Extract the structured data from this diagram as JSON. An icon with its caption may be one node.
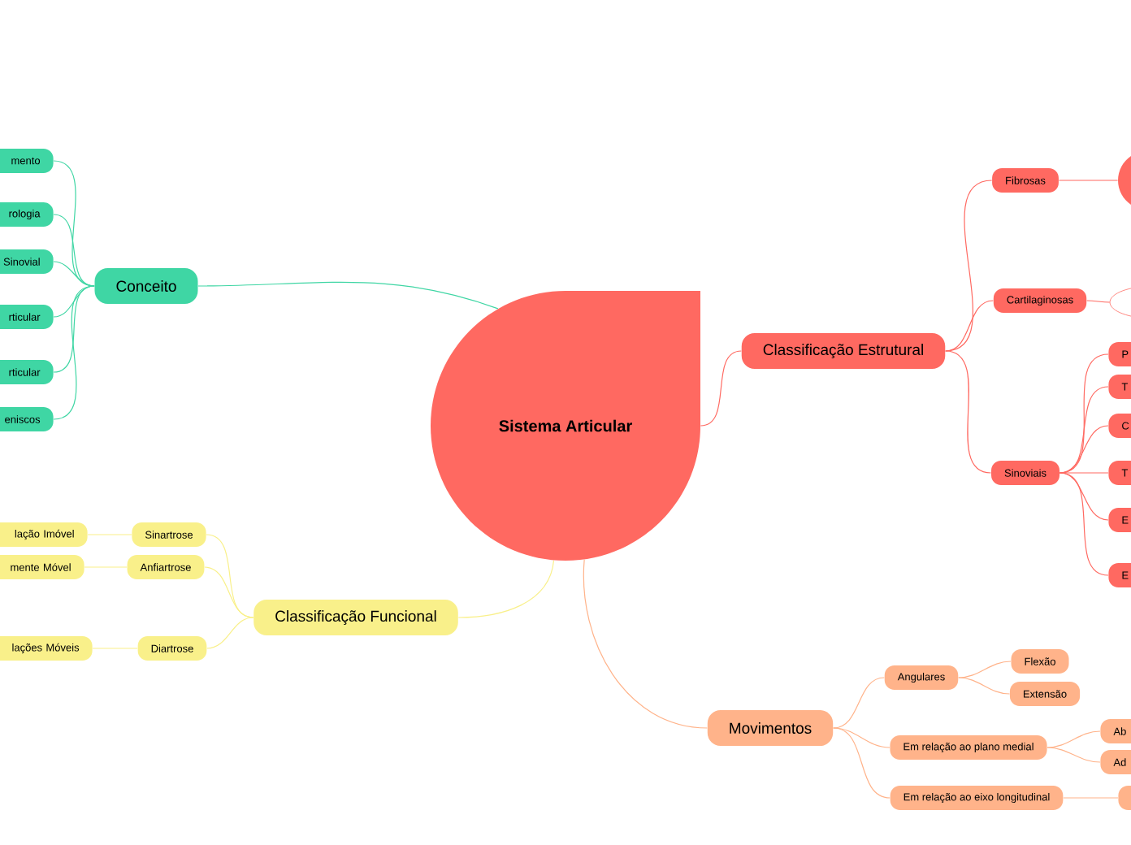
{
  "diagram": {
    "nodes": [
      {
        "text": [
          "Sistema Articular"
        ]
      },
      {
        "text": [
          "Conceito"
        ]
      },
      {
        "text": [
          "mento"
        ]
      },
      {
        "text": [
          "rologia"
        ]
      },
      {
        "text": [
          "Sinovial"
        ]
      },
      {
        "text": [
          "rticular"
        ]
      },
      {
        "text": [
          "rticular"
        ]
      },
      {
        "text": [
          "eniscos"
        ]
      },
      {
        "text": [
          "Classificação Funcional"
        ]
      },
      {
        "text": [
          "Sinartrose"
        ]
      },
      {
        "text": [
          "Anfiartrose"
        ]
      },
      {
        "text": [
          "Diartrose"
        ]
      },
      {
        "text": [
          "lação Imóvel"
        ]
      },
      {
        "text": [
          "mente Móvel"
        ]
      },
      {
        "text": [
          "lações Móveis"
        ]
      },
      {
        "text": [
          "Classificação Estrutural"
        ]
      },
      {
        "text": [
          "Fibrosas"
        ]
      },
      {
        "text": [
          "Cartilaginosas"
        ]
      },
      {
        "text": [
          "Sinoviais"
        ]
      },
      {
        "text": [],
        "shape": "circle"
      },
      {
        "text": [],
        "shape": "ellipse"
      },
      {
        "text": [
          "P"
        ]
      },
      {
        "text": [
          "T"
        ]
      },
      {
        "text": [
          "C"
        ]
      },
      {
        "text": [
          "T"
        ]
      },
      {
        "text": [
          "E"
        ]
      },
      {
        "text": [
          "E"
        ]
      },
      {
        "text": [
          "Movimentos"
        ]
      },
      {
        "text": [
          "Angulares"
        ]
      },
      {
        "text": [
          "Em relação ao plano medial"
        ]
      },
      {
        "text": [
          "Em relação ao eixo longitudinal"
        ]
      },
      {
        "text": [
          "Flexão"
        ]
      },
      {
        "text": [
          "Extensão"
        ]
      },
      {
        "text": [
          "Ab"
        ]
      },
      {
        "text": [
          "Ad"
        ]
      },
      {
        "text": [],
        "shape": "box"
      }
    ],
    "edges": [
      {
        "from": 0,
        "to": 1,
        "arrow": "none",
        "color": "#3fd6a4"
      },
      {
        "from": 1,
        "to": 2,
        "arrow": "none",
        "color": "#3fd6a4"
      },
      {
        "from": 1,
        "to": 3,
        "arrow": "none",
        "color": "#3fd6a4"
      },
      {
        "from": 1,
        "to": 4,
        "arrow": "none",
        "color": "#3fd6a4"
      },
      {
        "from": 1,
        "to": 5,
        "arrow": "none",
        "color": "#3fd6a4"
      },
      {
        "from": 1,
        "to": 6,
        "arrow": "none",
        "color": "#3fd6a4"
      },
      {
        "from": 1,
        "to": 7,
        "arrow": "none",
        "color": "#3fd6a4"
      },
      {
        "from": 0,
        "to": 8,
        "arrow": "none",
        "color": "#f9f08a"
      },
      {
        "from": 8,
        "to": 9,
        "arrow": "none",
        "color": "#f9f08a"
      },
      {
        "from": 8,
        "to": 10,
        "arrow": "none",
        "color": "#f9f08a"
      },
      {
        "from": 8,
        "to": 11,
        "arrow": "none",
        "color": "#f9f08a"
      },
      {
        "from": 9,
        "to": 12,
        "arrow": "none",
        "color": "#f9f08a"
      },
      {
        "from": 10,
        "to": 13,
        "arrow": "none",
        "color": "#f9f08a"
      },
      {
        "from": 11,
        "to": 14,
        "arrow": "none",
        "color": "#f9f08a"
      },
      {
        "from": 0,
        "to": 15,
        "arrow": "none"
      },
      {
        "from": 15,
        "to": 16,
        "arrow": "none"
      },
      {
        "from": 15,
        "to": 17,
        "arrow": "none"
      },
      {
        "from": 15,
        "to": 18,
        "arrow": "none"
      },
      {
        "from": 16,
        "to": 19,
        "arrow": "none"
      },
      {
        "from": 17,
        "to": 20,
        "arrow": "none"
      },
      {
        "from": 18,
        "to": 21,
        "arrow": "none"
      },
      {
        "from": 18,
        "to": 22,
        "arrow": "none"
      },
      {
        "from": 18,
        "to": 23,
        "arrow": "none"
      },
      {
        "from": 18,
        "to": 24,
        "arrow": "none"
      },
      {
        "from": 18,
        "to": 25,
        "arrow": "none"
      },
      {
        "from": 18,
        "to": 26,
        "arrow": "none"
      },
      {
        "from": 0,
        "to": 27,
        "arrow": "none",
        "color": "#ffb38a"
      },
      {
        "from": 27,
        "to": 28,
        "arrow": "none",
        "color": "#ffb38a"
      },
      {
        "from": 27,
        "to": 29,
        "arrow": "none",
        "color": "#ffb38a"
      },
      {
        "from": 27,
        "to": 30,
        "arrow": "none",
        "color": "#ffb38a"
      },
      {
        "from": 28,
        "to": 31,
        "arrow": "none",
        "color": "#ffb38a"
      },
      {
        "from": 28,
        "to": 32,
        "arrow": "none",
        "color": "#ffb38a"
      },
      {
        "from": 29,
        "to": 33,
        "arrow": "none",
        "color": "#ffb38a"
      },
      {
        "from": 29,
        "to": 34,
        "arrow": "none",
        "color": "#ffb38a"
      },
      {
        "from": 30,
        "to": 35,
        "arrow": "none",
        "color": "#ffb38a"
      }
    ]
  }
}
